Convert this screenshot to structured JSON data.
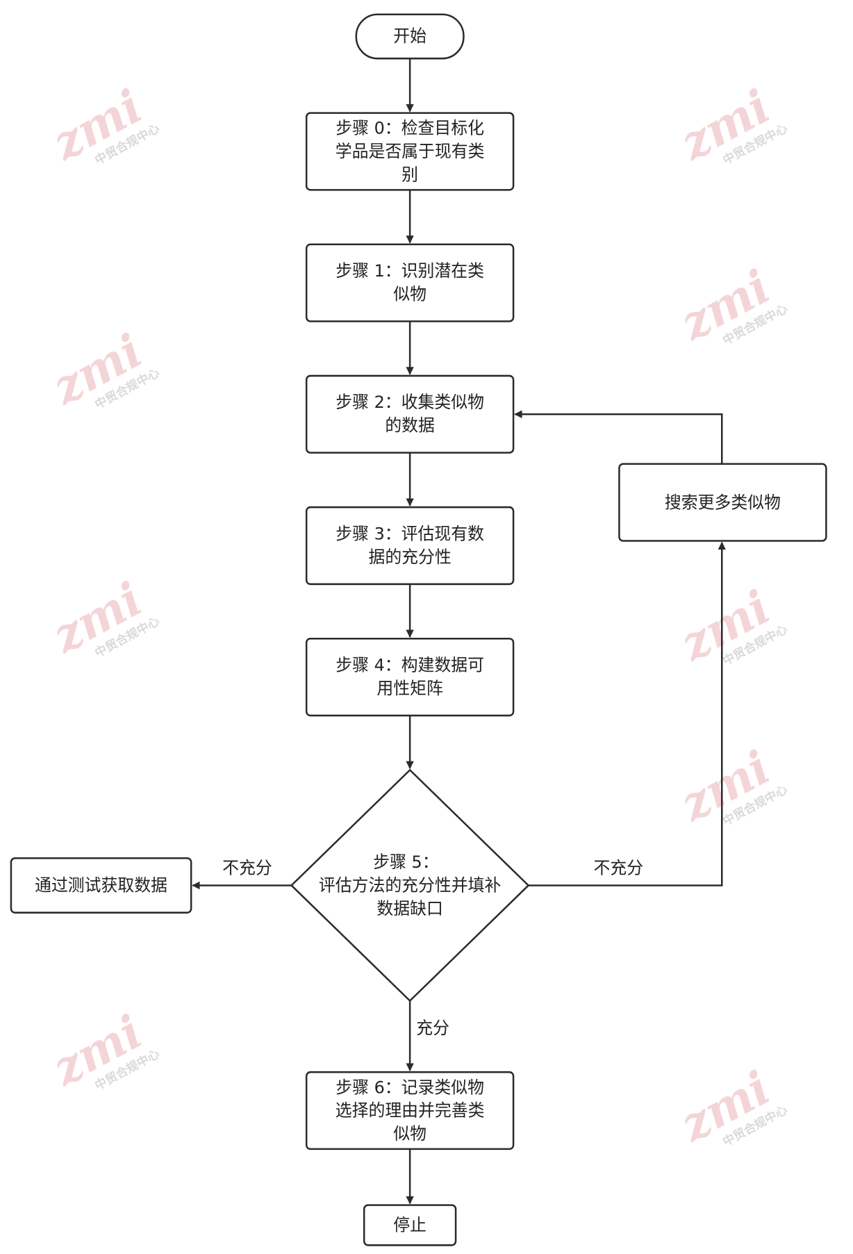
{
  "nodes": {
    "start": "开始",
    "step0": [
      "步骤 0：检查目标化",
      "学品是否属于现有类",
      "别"
    ],
    "step1": [
      "步骤 1：识别潜在类",
      "似物"
    ],
    "step2": [
      "步骤 2：收集类似物",
      "的数据"
    ],
    "step3": [
      "步骤 3：评估现有数",
      "据的充分性"
    ],
    "step4": [
      "步骤 4：构建数据可",
      "用性矩阵"
    ],
    "step5": [
      "步骤 5：",
      "评估方法的充分性并填补",
      "数据缺口"
    ],
    "test": "通过测试获取数据",
    "search": "搜索更多类似物",
    "step6": [
      "步骤 6：记录类似物",
      "选择的理由并完善类",
      "似物"
    ],
    "stop": "停止"
  },
  "edges": {
    "insufficient_left": "不充分",
    "insufficient_right": "不充分",
    "sufficient": "充分"
  },
  "watermark": {
    "logo": "zmi",
    "text": "中贸合规中心"
  }
}
